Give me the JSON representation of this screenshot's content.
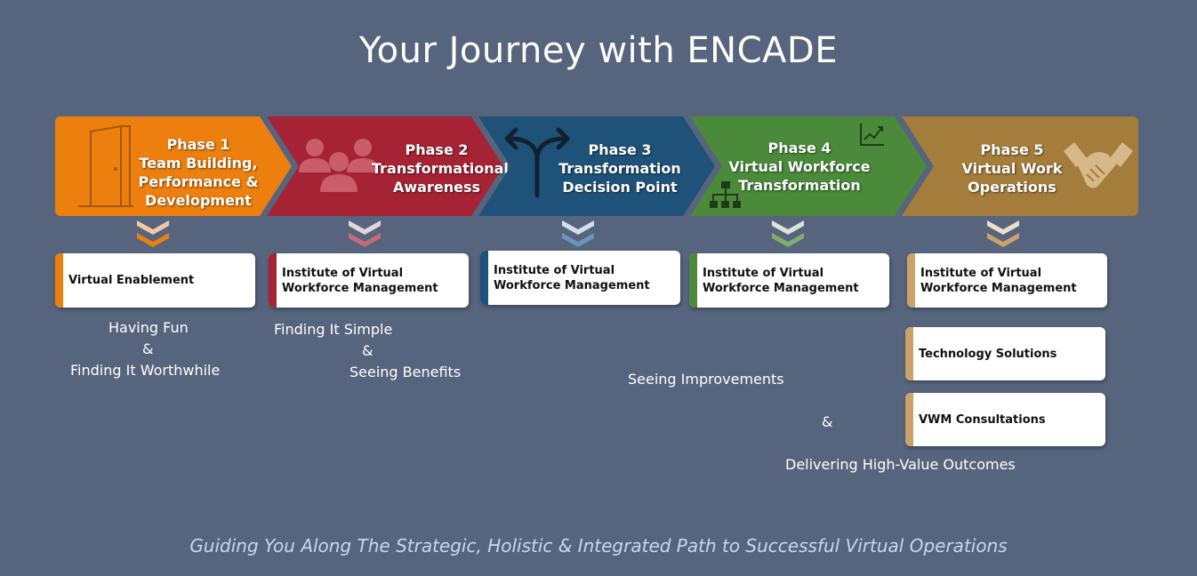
{
  "title": "Your Journey with ENCADE",
  "phases": [
    {
      "lines": [
        "Phase 1",
        "Team Building,",
        "Performance &",
        "Development"
      ],
      "color": "#ec7f0e"
    },
    {
      "lines": [
        "Phase 2",
        "Transformational",
        "Awareness"
      ],
      "color": "#a52334"
    },
    {
      "lines": [
        "Phase 3",
        "Transformation",
        "Decision Point"
      ],
      "color": "#1f5278"
    },
    {
      "lines": [
        "Phase 4",
        "Virtual Workforce",
        "Transformation"
      ],
      "color": "#4a8a3a"
    },
    {
      "lines": [
        "Phase 5",
        "Virtual Work",
        "Operations"
      ],
      "color": "#a47c3c"
    }
  ],
  "icons": [
    "door-icon",
    "team-icon",
    "split-arrow-icon",
    "chart-icon",
    "org-chart-icon",
    "handshake-icon"
  ],
  "boxes": {
    "b1": "Virtual Enablement",
    "b2": "Institute of Virtual Workforce Management",
    "b3": "Institute of Virtual Workforce Management",
    "b4": "Institute of Virtual Workforce Management",
    "b5": "Institute of Virtual Workforce Management",
    "b6": "Technology Solutions",
    "b7": "VWM Consultations"
  },
  "notes": {
    "n1a": "Having Fun",
    "n1b": "&",
    "n1c": "Finding It Worthwhile",
    "n2a": "Finding It Simple",
    "n2b": "&",
    "n2c": "Seeing Benefits",
    "n3a": "Seeing Improvements",
    "n3b": "&",
    "n3c": "Delivering High-Value Outcomes"
  },
  "tagline": "Guiding You Along The Strategic, Holistic & Integrated Path to Successful Virtual Operations"
}
